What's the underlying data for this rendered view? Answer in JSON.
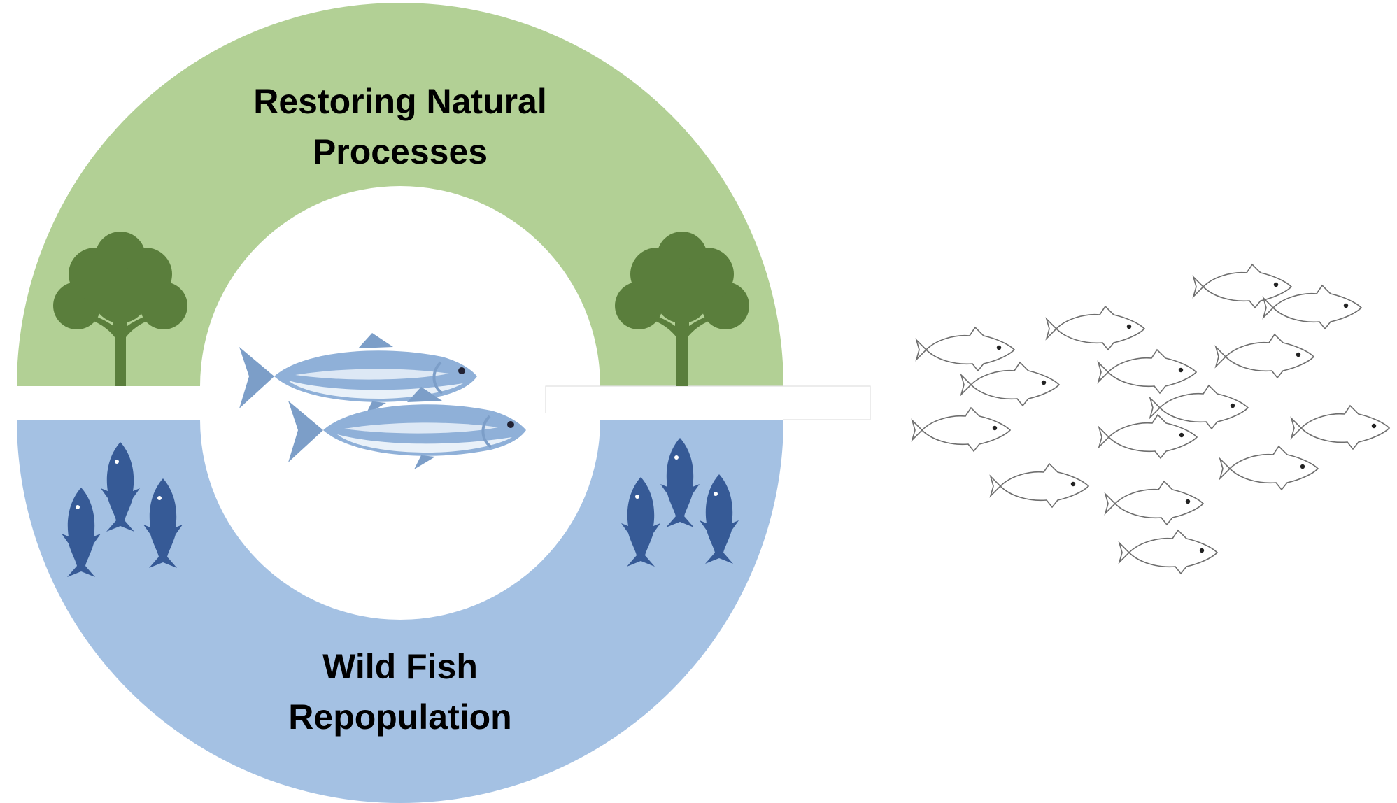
{
  "top_label": {
    "line1": "Restoring Natural",
    "line2": "Processes"
  },
  "bottom_label": {
    "line1": "Wild Fish",
    "line2": "Repopulation"
  },
  "colors": {
    "upper_band": "#b2d095",
    "lower_band": "#a4c1e3",
    "tree": "#5a7e3c",
    "tree_trunk": "#5a7e3c",
    "wild_fish": "#365a96",
    "salmon_back": "#8fb0d8",
    "salmon_belly": "#e9f1f9",
    "school_fish_outline": "#555555"
  },
  "icons": {
    "trees": [
      "tree-icon",
      "tree-icon"
    ],
    "wild_fish_groups": [
      "fish-group-icon",
      "fish-group-icon"
    ],
    "center": "salmon-pair-icon",
    "school": "fish-school-icon"
  }
}
